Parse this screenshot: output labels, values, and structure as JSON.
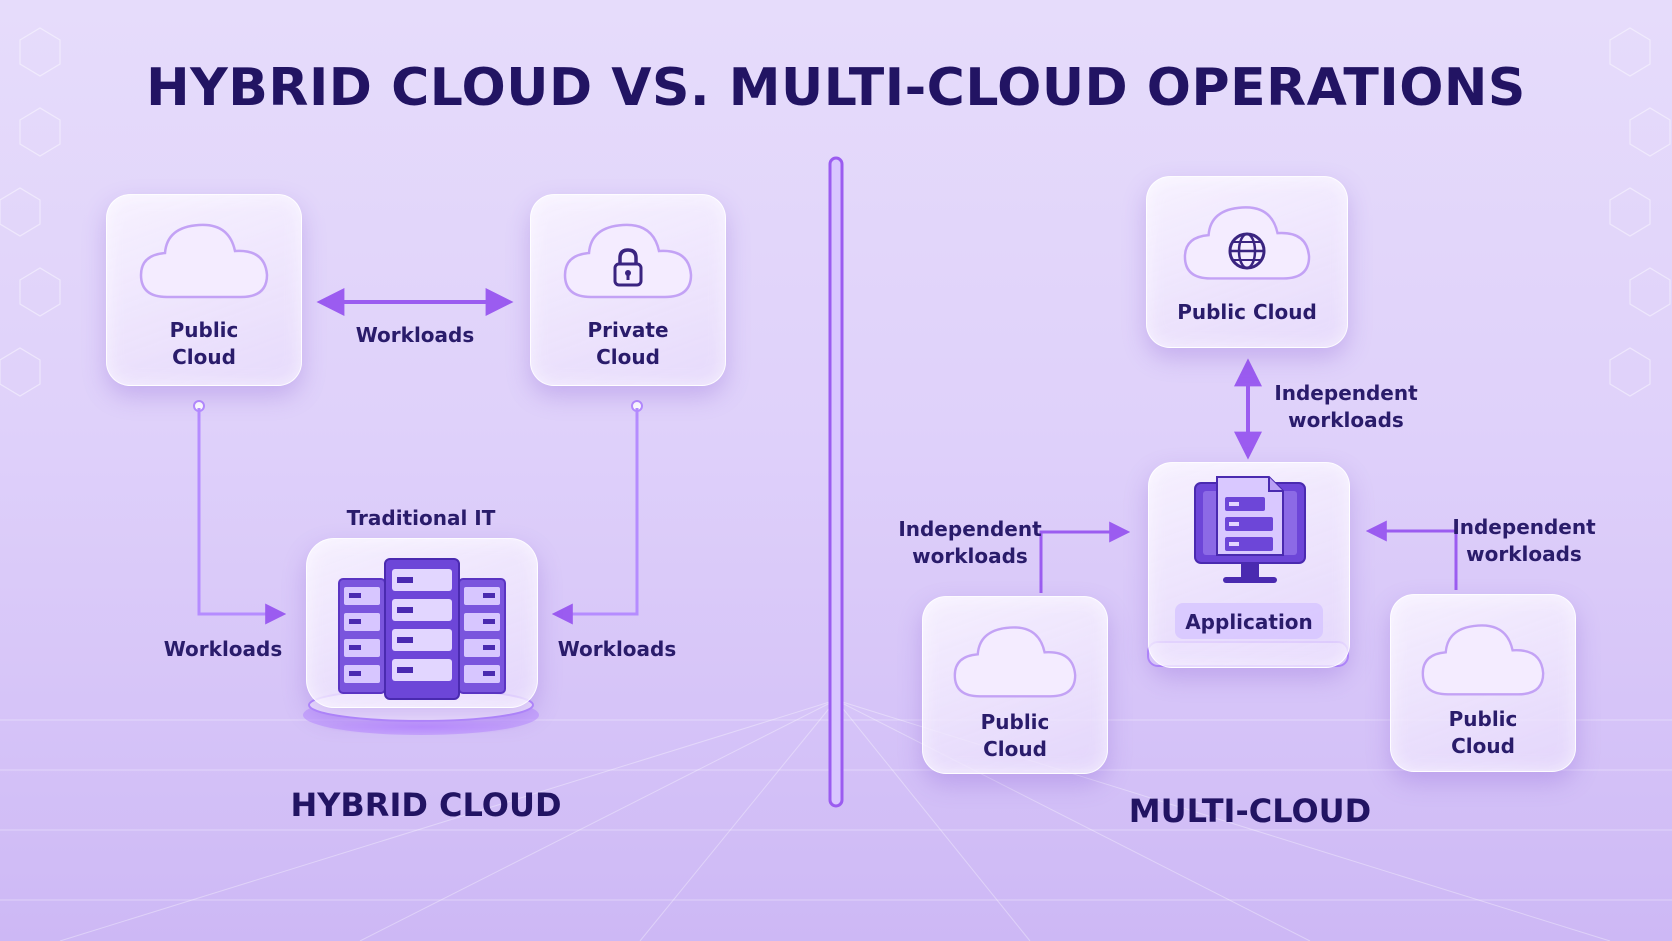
{
  "title": "HYBRID CLOUD VS. MULTI-CLOUD OPERATIONS",
  "hybrid": {
    "heading": "HYBRID CLOUD",
    "public_cloud": "Public\nCloud",
    "private_cloud": "Private\nCloud",
    "traditional_it": "Traditional IT",
    "link_top": "Workloads",
    "link_left": "Workloads",
    "link_right": "Workloads"
  },
  "multi": {
    "heading": "MULTI-CLOUD",
    "public_cloud_top": "Public Cloud",
    "application": "Application",
    "public_cloud_left": "Public\nCloud",
    "public_cloud_right": "Public\nCloud",
    "link_top": "Independent\nworkloads",
    "link_left": "Independent\nworkloads",
    "link_right": "Independent\nworkloads"
  },
  "colors": {
    "accent": "#9b5cf0",
    "title": "#221463",
    "server": "#6d46d8"
  },
  "icons": [
    "cloud-icon",
    "lock-icon",
    "globe-icon",
    "server-rack-icon",
    "application-monitor-icon",
    "double-arrow-icon"
  ]
}
